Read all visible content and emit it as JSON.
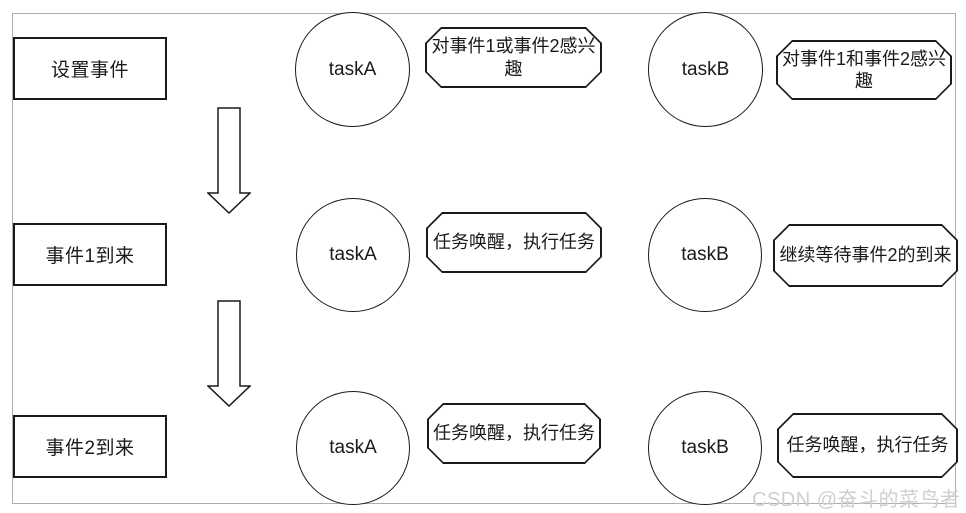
{
  "diagram_title": "event-group-task-flow",
  "colors": {
    "stroke": "#1a1a1a",
    "frame_border": "#aeaeae",
    "watermark": "#cfcfcf",
    "background": "#ffffff"
  },
  "icons": {
    "flow_arrow": "down-arrow-icon"
  },
  "rows": [
    {
      "event": "设置事件",
      "taskA_label": "taskA",
      "taskA_note": "对事件1或事件2感兴趣",
      "taskB_label": "taskB",
      "taskB_note": "对事件1和事件2感兴趣"
    },
    {
      "event": "事件1到来",
      "taskA_label": "taskA",
      "taskA_note": "任务唤醒，执行任务",
      "taskB_label": "taskB",
      "taskB_note": "继续等待事件2的到来"
    },
    {
      "event": "事件2到来",
      "taskA_label": "taskA",
      "taskA_note": "任务唤醒，执行任务",
      "taskB_label": "taskB",
      "taskB_note": "任务唤醒，执行任务"
    }
  ],
  "watermark": "CSDN @奋斗的菜鸟者"
}
